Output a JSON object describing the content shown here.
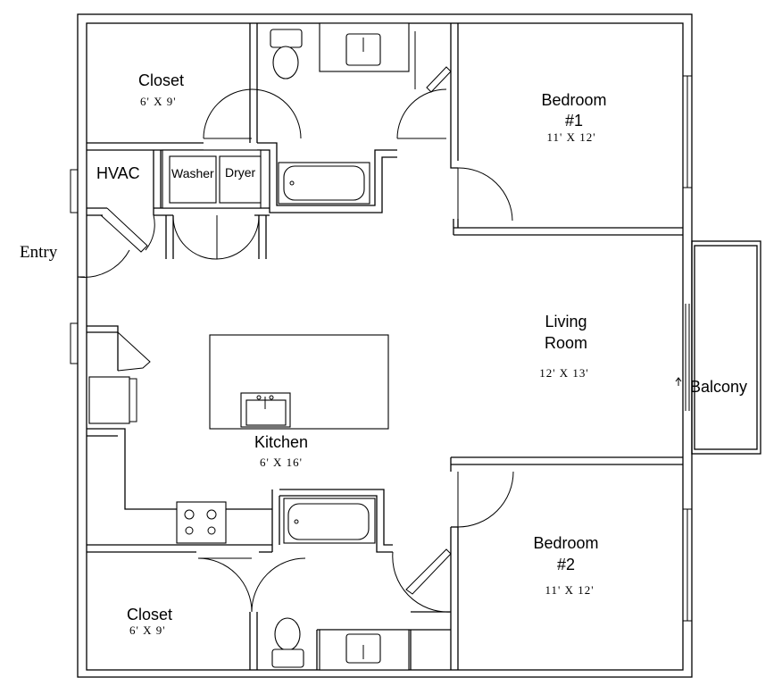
{
  "rooms": {
    "closet_top": {
      "label": "Closet",
      "dims": "6' X 9'"
    },
    "bedroom1": {
      "label_line1": "Bedroom",
      "label_line2": "#1",
      "dims": "11' X 12'"
    },
    "hvac": {
      "label": "HVAC"
    },
    "washer": {
      "label": "Washer"
    },
    "dryer": {
      "label": "Dryer"
    },
    "entry": {
      "label": "Entry"
    },
    "living": {
      "label_line1": "Living",
      "label_line2": "Room",
      "dims": "12' X 13'"
    },
    "balcony": {
      "label": "Balcony"
    },
    "kitchen": {
      "label": "Kitchen",
      "dims": "6' X 16'"
    },
    "bedroom2": {
      "label_line1": "Bedroom",
      "label_line2": "#2",
      "dims": "11' X 12'"
    },
    "closet_bottom": {
      "label": "Closet",
      "dims": "6' X 9'"
    }
  }
}
